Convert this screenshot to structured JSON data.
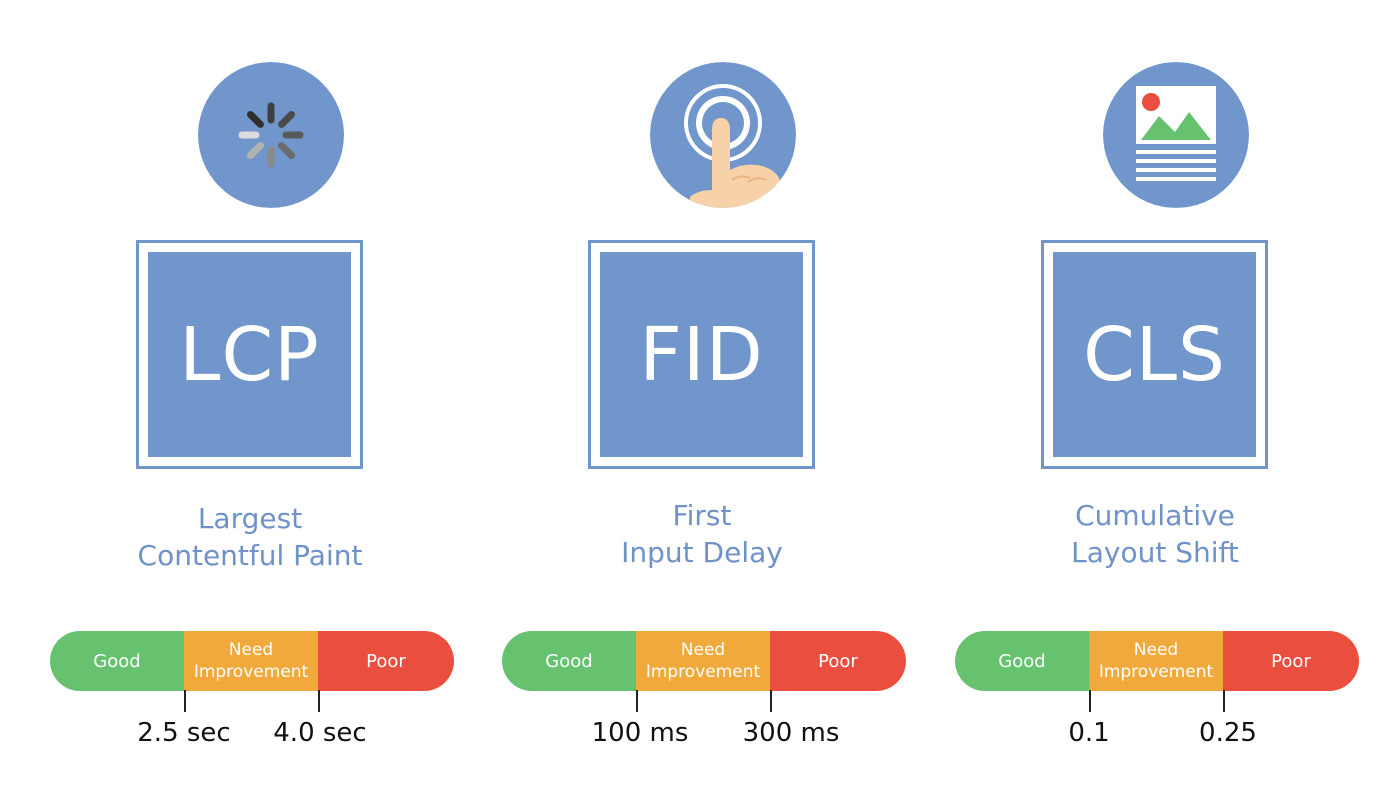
{
  "colors": {
    "primary": "#7096cb",
    "label": "#6f92c8",
    "good": "#66c26f",
    "needs_improvement": "#f2a93b",
    "poor": "#ea4e3f",
    "threshold_text": "#111111"
  },
  "scale_labels": {
    "good": "Good",
    "needs_improvement_line1": "Need",
    "needs_improvement_line2": "Improvement",
    "poor": "Poor"
  },
  "metrics": [
    {
      "abbr": "LCP",
      "name_line1": "Largest",
      "name_line2": "Contentful Paint",
      "icon": "loading-spinner-icon",
      "threshold_1": "2.5 sec",
      "threshold_2": "4.0 sec"
    },
    {
      "abbr": "FID",
      "name_line1": "First",
      "name_line2": "Input Delay",
      "icon": "finger-tap-icon",
      "threshold_1": "100 ms",
      "threshold_2": "300 ms"
    },
    {
      "abbr": "CLS",
      "name_line1": "Cumulative",
      "name_line2": "Layout Shift",
      "icon": "image-document-icon",
      "threshold_1": "0.1",
      "threshold_2": "0.25"
    }
  ]
}
